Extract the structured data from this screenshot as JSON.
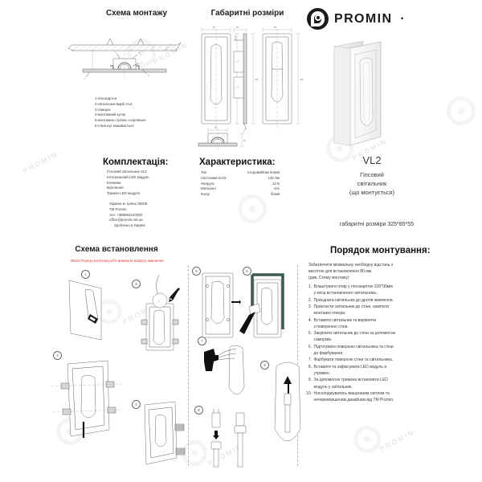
{
  "brand": {
    "name": "PROMIN",
    "trailing_dot": "·",
    "logo_icon": "promin-circle-p-logo"
  },
  "sections": {
    "mounting_scheme_title": "Схема монтажу",
    "dimensions_title": "Габаритні розміри",
    "install_scheme_title": "Схема встановлення",
    "install_order_title": "Порядок монтування:",
    "kit_title": "Комплектація:",
    "spec_title": "Характеристика:"
  },
  "mounting_legend": [
    "1-гіпсокартон",
    "2-світильник виріб VL2",
    "3-саморіз",
    "4-монтажний куток",
    "5-монтажна стрічка «серпянка»",
    "6-стіна що зашивається"
  ],
  "kit_items": [
    "Гіпсовий світильник VL2",
    "Інтегральний LED модуль",
    "Клемник",
    "Кріплення",
    "Тримач LED модуля"
  ],
  "contact": [
    "Україна м. Ірпінь 08205",
    "TM Promin",
    "тел: +380961010300",
    "office@promin.net.ua",
    "Зроблено в Україні"
  ],
  "specs": [
    {
      "key": "Тип",
      "value": "сходовий/настінний"
    },
    {
      "key": "Світловий потік",
      "value": "120 Лм"
    },
    {
      "key": "Напруга",
      "value": "12 В"
    },
    {
      "key": "Матеріал",
      "value": "гіпс"
    },
    {
      "key": "Колір",
      "value": "білий"
    }
  ],
  "product": {
    "model": "VL2",
    "desc_line1": "Гіпсовий",
    "desc_line2": "світильник",
    "desc_line3": "(що монтується)",
    "dimensions_label": "габаритні розміри 325*85*55"
  },
  "warning": "Увага! Перед початком робіт вимкнути напругу живлення",
  "install_intro": [
    "Забезпечити мінімальну необхідну відстань з",
    "висотою для встановлення 80 мм",
    "(див. Схему монтажу)"
  ],
  "install_steps": [
    {
      "num": "1.",
      "lines": [
        "Влаштувати отвір у гіпсокартоні 330*90мм",
        "у місці встановлення світильника."
      ]
    },
    {
      "num": "2.",
      "lines": [
        "Приєднати світильник до дротів живлення."
      ]
    },
    {
      "num": "3.",
      "lines": [
        "Прикласти світильник до стіни, намітити",
        "монтажні отвори."
      ]
    },
    {
      "num": "4.",
      "lines": [
        "Вставити світильник та вирівняти",
        "з поверхнею стіни."
      ]
    },
    {
      "num": "5.",
      "lines": [
        "Закріпити світильник до стіни за допомогою",
        "саморізів."
      ]
    },
    {
      "num": "6.",
      "lines": [
        "Підготувати поверхню світильника та стіни",
        "до фарбування."
      ]
    },
    {
      "num": "7.",
      "lines": [
        "Фарбувати поверхню стіни та світильника."
      ]
    },
    {
      "num": "8.",
      "lines": [
        "Вставити та зафіксувати LED модуль в",
        "утримач."
      ]
    },
    {
      "num": "9.",
      "lines": [
        "За допомогою тримача встановити LED",
        "модуль у світильник."
      ]
    },
    {
      "num": "10.",
      "lines": [
        "Насолоджуватись вишуканим світлом та",
        "неперевершеним дизайном від TM Promin."
      ]
    }
  ],
  "step_bubbles": [
    "1",
    "2",
    "3",
    "4",
    "5",
    "6",
    "7",
    "8",
    "9"
  ],
  "watermark_text": "PROMIN·",
  "colors": {
    "accent_warning": "#e0342b",
    "ink": "#2b2b2b",
    "line": "#5d5d5d",
    "fill_grey": "#d9d9d9",
    "highlight_green": "#3c5c52"
  }
}
